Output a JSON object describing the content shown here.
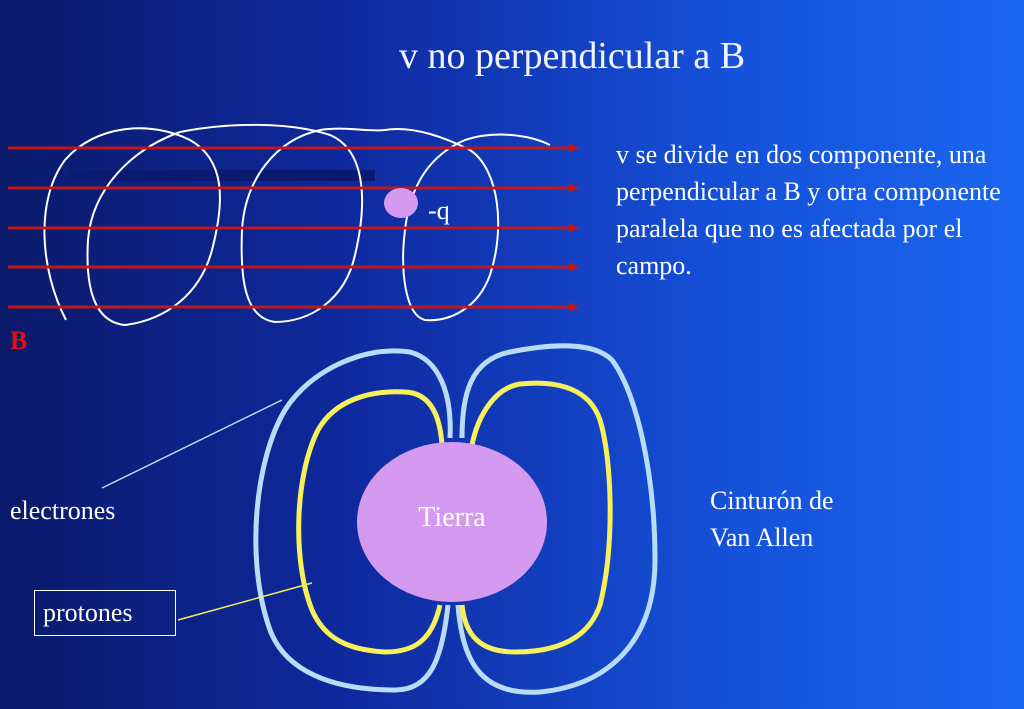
{
  "title": "v no perpendicular a B",
  "description": "v se divide en dos componente, una  perpendicular a B y otra componente paralela que no es afectada por el campo.",
  "field_label": "B",
  "charge_label": "-q",
  "earth_label": "Tierra",
  "electrons_label": "electrones",
  "protons_label": "protones",
  "belt_label": [
    "Cinturón de",
    "Van Allen"
  ],
  "colors": {
    "field_lines": "#c01818",
    "electron_path": "#ffffff",
    "outer_belt": "#b8dcf6",
    "inner_belt": "#f6f05a",
    "earth": "#d39af0",
    "charge": "#d39af0"
  }
}
